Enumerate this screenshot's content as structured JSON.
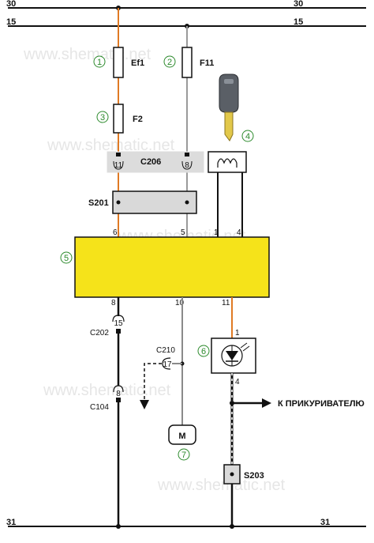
{
  "rails": {
    "top_30": "30",
    "top_15": "15",
    "bottom_31": "31"
  },
  "fuses": {
    "ef1": "Ef1",
    "f11": "F11",
    "f2": "F2"
  },
  "connectors": {
    "c206": "C206",
    "c206_pin_a": "11",
    "c206_pin_b": "8",
    "s201": "S201",
    "s203": "S203",
    "c202": "C202",
    "c202_pin": "15",
    "c104": "C104",
    "c104_pin": "8",
    "c210": "C210",
    "c210_pin": "17"
  },
  "module_pins": {
    "top": [
      "6",
      "5",
      "1",
      "4"
    ],
    "bottom": [
      "8",
      "10",
      "11"
    ]
  },
  "lamp_pins": {
    "top": "1",
    "bottom": "4"
  },
  "callouts": [
    "1",
    "2",
    "3",
    "4",
    "5",
    "6",
    "7"
  ],
  "motor_symbol": "M",
  "lighter_label": "К ПРИКУРИВАТЕЛЮ",
  "watermark": "www.shematic.net",
  "colors": {
    "wire_orange": "#e07a24",
    "wire_gray": "#9a9a9a",
    "wire_black": "#111111",
    "module_fill": "#f5e31a",
    "callout_green": "#2c8a2c",
    "key_body": "#5a5f66",
    "key_blade": "#e2c84a"
  },
  "icons": [
    "ignition-key-icon",
    "lamp-diode-icon",
    "motor-icon",
    "ground-arrow-icon",
    "arrow-right-icon"
  ]
}
